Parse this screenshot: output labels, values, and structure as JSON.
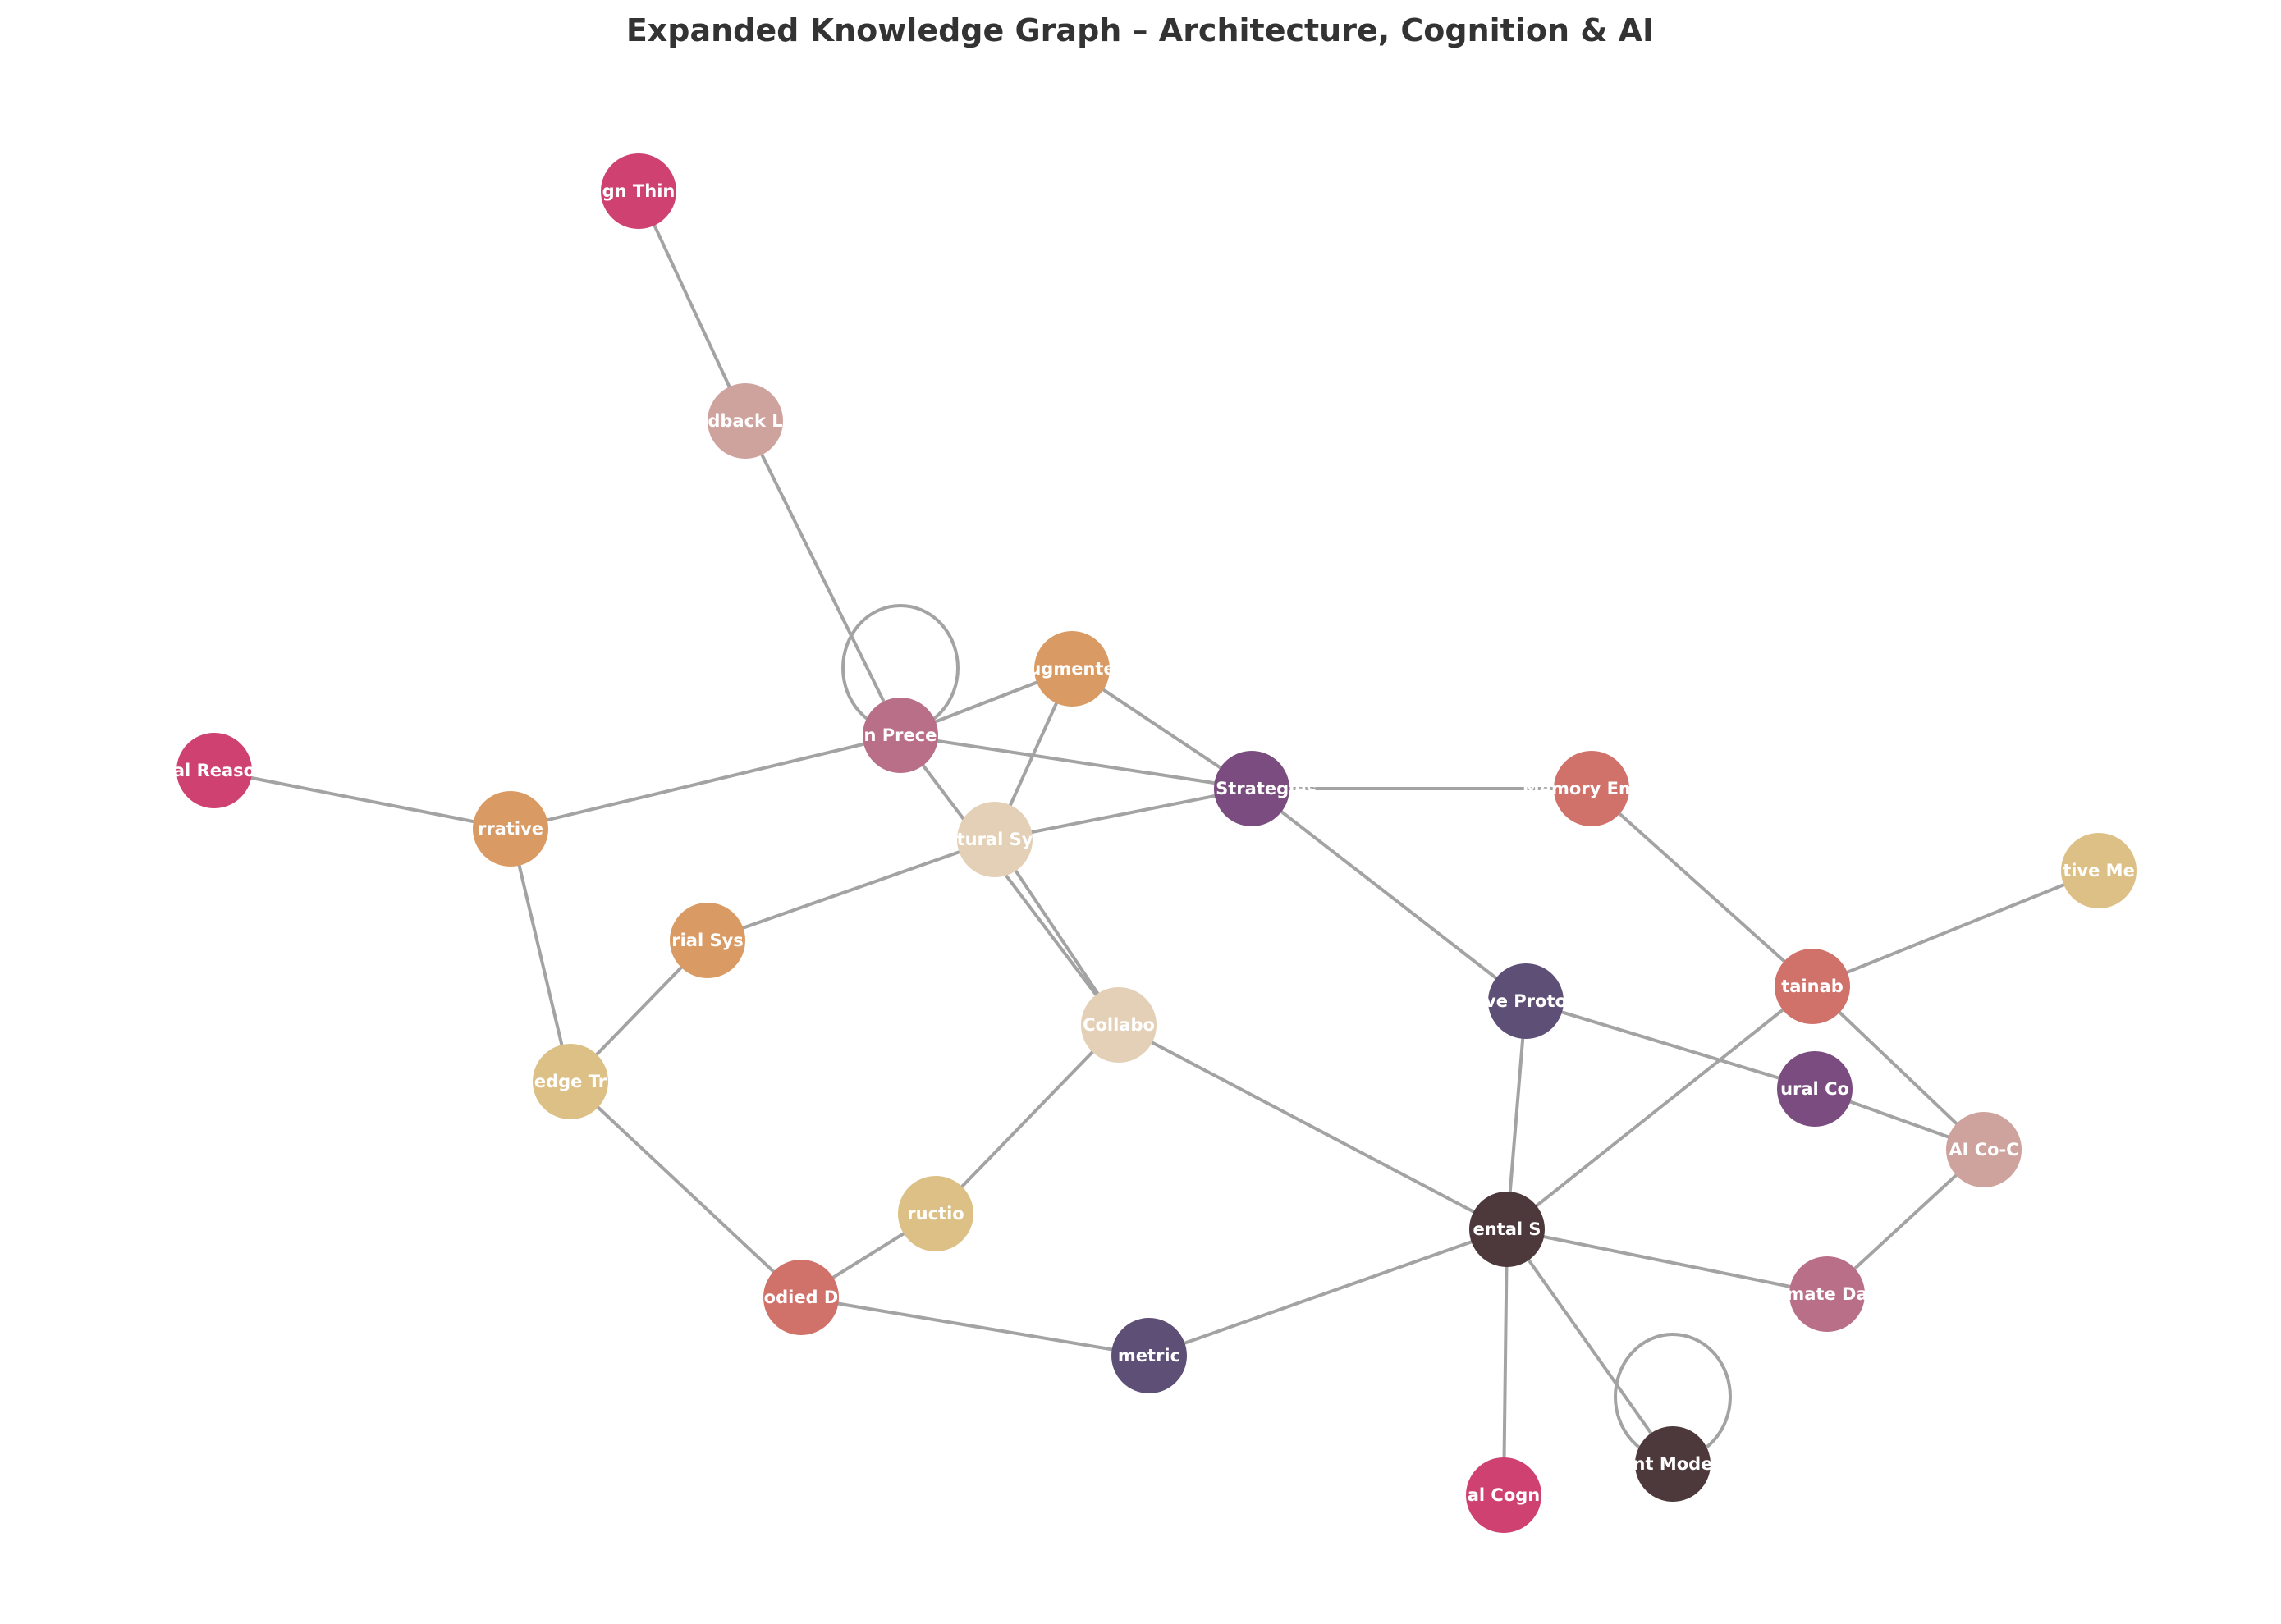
{
  "title": "Expanded Knowledge Graph – Architecture, Cognition & AI",
  "edge_color": "#a3a3a3",
  "label_color": "#ffffff",
  "nodes": [
    {
      "id": "design_thinking",
      "label": "gn Thin",
      "color": "#cf4170"
    },
    {
      "id": "feedback",
      "label": "dback L",
      "color": "#cfa39d"
    },
    {
      "id": "precedent",
      "label": "n Prece",
      "color": "#b96f87"
    },
    {
      "id": "augmented",
      "label": "ugmente",
      "color": "#d99a63"
    },
    {
      "id": "strategies",
      "label": "ve Strategies",
      "color": "#7a4c80"
    },
    {
      "id": "memory",
      "label": "Memory Embe",
      "color": "#d0716a"
    },
    {
      "id": "spatial_reason",
      "label": "al Reaso",
      "color": "#cf4170"
    },
    {
      "id": "narrative",
      "label": "rrative",
      "color": "#d99a63"
    },
    {
      "id": "structural",
      "label": "tural Sy",
      "color": "#e3d0b6"
    },
    {
      "id": "material",
      "label": "rial Sys",
      "color": "#d99a63"
    },
    {
      "id": "collab",
      "label": "Collabo",
      "color": "#e3d0b6"
    },
    {
      "id": "knowledge",
      "label": "edge Tr",
      "color": "#ddc085"
    },
    {
      "id": "construction",
      "label": "ructio",
      "color": "#ddc085"
    },
    {
      "id": "embodied",
      "label": "odied D",
      "color": "#d0716a"
    },
    {
      "id": "parametric",
      "label": "metric",
      "color": "#5e4f76"
    },
    {
      "id": "environmental",
      "label": "ental S",
      "color": "#4d393b"
    },
    {
      "id": "protocols",
      "label": "ve Proto",
      "color": "#5e4f76"
    },
    {
      "id": "sustainability",
      "label": "tainab",
      "color": "#d0716a"
    },
    {
      "id": "adaptive",
      "label": "tive Me",
      "color": "#ddc085"
    },
    {
      "id": "cultural",
      "label": "ural Co",
      "color": "#7a4c80"
    },
    {
      "id": "ai_co",
      "label": "AI Co-C",
      "color": "#cfa39d"
    },
    {
      "id": "climate",
      "label": "mate Da",
      "color": "#b96f87"
    },
    {
      "id": "social_cog",
      "label": "al Cogn",
      "color": "#cf4170"
    },
    {
      "id": "agent_model",
      "label": "nt Mode",
      "color": "#4d393b"
    }
  ],
  "edges": [
    [
      "design_thinking",
      "feedback"
    ],
    [
      "feedback",
      "precedent"
    ],
    [
      "precedent",
      "precedent"
    ],
    [
      "precedent",
      "augmented"
    ],
    [
      "precedent",
      "narrative"
    ],
    [
      "precedent",
      "strategies"
    ],
    [
      "precedent",
      "collab"
    ],
    [
      "augmented",
      "structural"
    ],
    [
      "augmented",
      "strategies"
    ],
    [
      "strategies",
      "memory"
    ],
    [
      "strategies",
      "protocols"
    ],
    [
      "strategies",
      "structural"
    ],
    [
      "spatial_reason",
      "narrative"
    ],
    [
      "narrative",
      "knowledge"
    ],
    [
      "structural",
      "material"
    ],
    [
      "structural",
      "collab"
    ],
    [
      "material",
      "knowledge"
    ],
    [
      "knowledge",
      "embodied"
    ],
    [
      "collab",
      "construction"
    ],
    [
      "collab",
      "environmental"
    ],
    [
      "construction",
      "embodied"
    ],
    [
      "embodied",
      "parametric"
    ],
    [
      "parametric",
      "environmental"
    ],
    [
      "environmental",
      "protocols"
    ],
    [
      "environmental",
      "sustainability"
    ],
    [
      "environmental",
      "climate"
    ],
    [
      "environmental",
      "social_cog"
    ],
    [
      "environmental",
      "agent_model"
    ],
    [
      "agent_model",
      "agent_model"
    ],
    [
      "memory",
      "sustainability"
    ],
    [
      "sustainability",
      "adaptive"
    ],
    [
      "sustainability",
      "ai_co"
    ],
    [
      "protocols",
      "cultural"
    ],
    [
      "cultural",
      "ai_co"
    ],
    [
      "ai_co",
      "climate"
    ]
  ]
}
